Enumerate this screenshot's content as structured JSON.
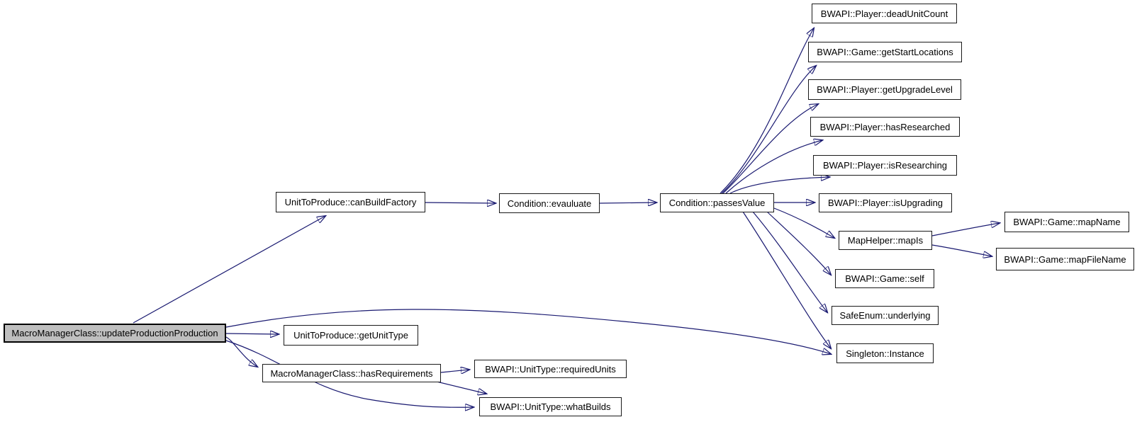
{
  "diagram": {
    "type": "call-graph",
    "edge_color": "#191970",
    "node_fill": "#ffffff",
    "node_border_color": "#000000",
    "highlight_fill": "#bfbfbf",
    "nodes": {
      "main": {
        "label": "MacroManagerClass::updateProductionProduction",
        "highlighted": true
      },
      "canBuildFactory": {
        "label": "UnitToProduce::canBuildFactory"
      },
      "evauluate": {
        "label": "Condition::evauluate"
      },
      "passesValue": {
        "label": "Condition::passesValue"
      },
      "deadUnitCount": {
        "label": "BWAPI::Player::deadUnitCount"
      },
      "getStartLocations": {
        "label": "BWAPI::Game::getStartLocations"
      },
      "getUpgradeLevel": {
        "label": "BWAPI::Player::getUpgradeLevel"
      },
      "hasResearched": {
        "label": "BWAPI::Player::hasResearched"
      },
      "isResearching": {
        "label": "BWAPI::Player::isResearching"
      },
      "isUpgrading": {
        "label": "BWAPI::Player::isUpgrading"
      },
      "mapIs": {
        "label": "MapHelper::mapIs"
      },
      "self": {
        "label": "BWAPI::Game::self"
      },
      "underlying": {
        "label": "SafeEnum::underlying"
      },
      "instance": {
        "label": "Singleton::Instance"
      },
      "mapName": {
        "label": "BWAPI::Game::mapName"
      },
      "mapFileName": {
        "label": "BWAPI::Game::mapFileName"
      },
      "getUnitType": {
        "label": "UnitToProduce::getUnitType"
      },
      "hasRequirements": {
        "label": "MacroManagerClass::hasRequirements"
      },
      "requiredUnits": {
        "label": "BWAPI::UnitType::requiredUnits"
      },
      "whatBuilds": {
        "label": "BWAPI::UnitType::whatBuilds"
      }
    },
    "edges": [
      {
        "from": "main",
        "to": "canBuildFactory"
      },
      {
        "from": "main",
        "to": "getUnitType"
      },
      {
        "from": "main",
        "to": "hasRequirements"
      },
      {
        "from": "main",
        "to": "whatBuilds"
      },
      {
        "from": "main",
        "to": "instance"
      },
      {
        "from": "canBuildFactory",
        "to": "evauluate"
      },
      {
        "from": "evauluate",
        "to": "passesValue"
      },
      {
        "from": "passesValue",
        "to": "deadUnitCount"
      },
      {
        "from": "passesValue",
        "to": "getStartLocations"
      },
      {
        "from": "passesValue",
        "to": "getUpgradeLevel"
      },
      {
        "from": "passesValue",
        "to": "hasResearched"
      },
      {
        "from": "passesValue",
        "to": "isResearching"
      },
      {
        "from": "passesValue",
        "to": "isUpgrading"
      },
      {
        "from": "passesValue",
        "to": "mapIs"
      },
      {
        "from": "passesValue",
        "to": "self"
      },
      {
        "from": "passesValue",
        "to": "underlying"
      },
      {
        "from": "passesValue",
        "to": "instance"
      },
      {
        "from": "mapIs",
        "to": "mapName"
      },
      {
        "from": "mapIs",
        "to": "mapFileName"
      },
      {
        "from": "hasRequirements",
        "to": "requiredUnits"
      },
      {
        "from": "hasRequirements",
        "to": "whatBuilds"
      }
    ]
  }
}
